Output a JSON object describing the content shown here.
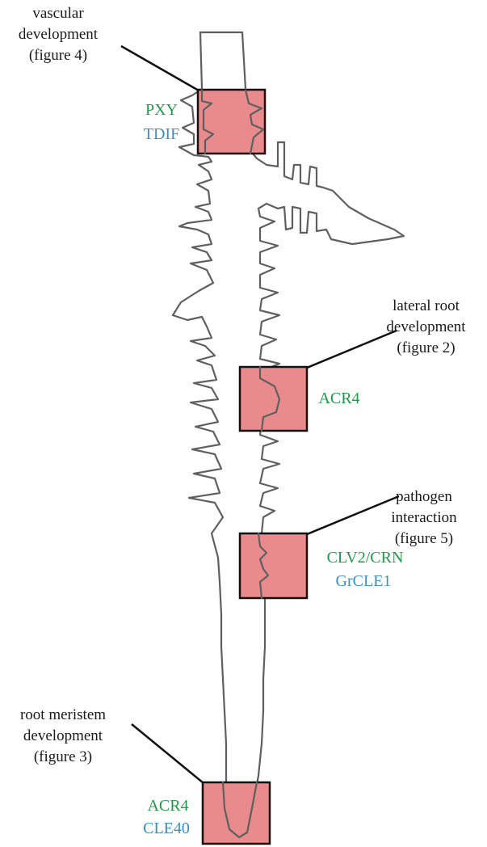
{
  "colors": {
    "receptor": "#1f9a4b",
    "ligand": "#3a8fc4",
    "box_fill": "#e98b8c"
  },
  "regions": {
    "vascular": {
      "label_lines": [
        "vascular",
        "development",
        "(figure 4)"
      ],
      "receptor": "PXY",
      "ligand": "TDIF"
    },
    "lateral_root": {
      "label_lines": [
        "lateral root",
        "development",
        "(figure 2)"
      ],
      "receptor": "ACR4"
    },
    "pathogen": {
      "label_lines": [
        "pathogen",
        "interaction",
        "(figure 5)"
      ],
      "receptor": "CLV2/CRN",
      "ligand": "GrCLE1"
    },
    "meristem": {
      "label_lines": [
        "root meristem",
        "development",
        "(figure 3)"
      ],
      "receptor": "ACR4",
      "ligand": "CLE40"
    }
  }
}
